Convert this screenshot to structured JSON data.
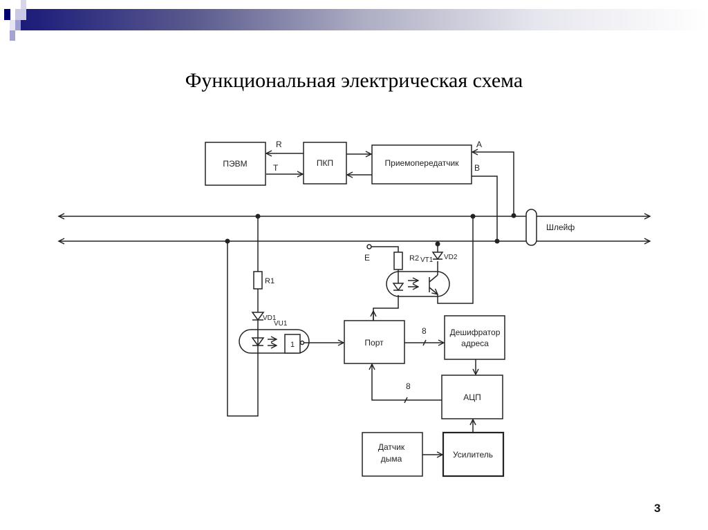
{
  "slide": {
    "title": "Функциональная электрическая схема",
    "page_number": "3",
    "header_bar_colors": {
      "dark": "#1a1a7a",
      "light": "#ffffff"
    }
  },
  "diagram": {
    "blocks": {
      "pc": "ПЭВМ",
      "pkp": "ПКП",
      "transceiver": "Приемопередатчик",
      "port": "Порт",
      "decoder_line1": "Дешифратор",
      "decoder_line2": "адреса",
      "adc": "АЦП",
      "smoke_sensor_line1": "Датчик",
      "smoke_sensor_line2": "дыма",
      "amplifier": "Усилитель"
    },
    "labels": {
      "r": "R",
      "t": "T",
      "a": "A",
      "b": "B",
      "loop": "Шлейф",
      "e": "E",
      "r1": "R1",
      "r2": "R2",
      "vt1": "VT1",
      "vd1": "VD1",
      "vd2": "VD2",
      "vu1": "VU1",
      "gate": "1",
      "bus_width_1": "8",
      "bus_width_2": "8"
    }
  }
}
